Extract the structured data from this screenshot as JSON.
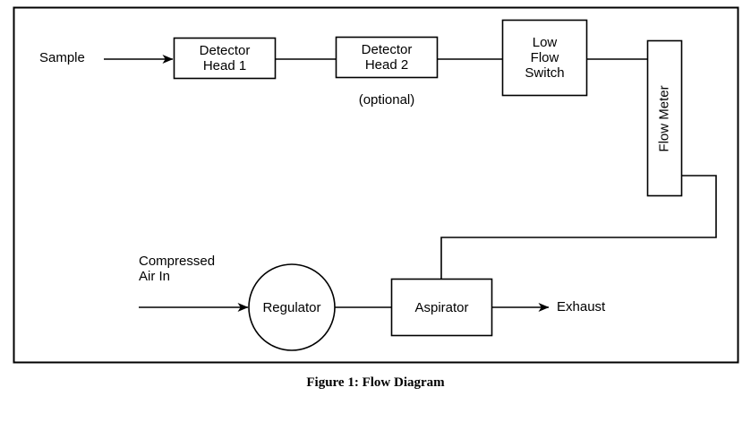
{
  "figure": {
    "caption": "Figure 1: Flow Diagram",
    "frame_color": "#000000",
    "line_color": "#000000",
    "background": "#ffffff"
  },
  "sample_path": {
    "input_label": "Sample",
    "nodes": [
      {
        "id": "detector-head-1",
        "label_line1": "Detector",
        "label_line2": "Head 1",
        "shape": "rect"
      },
      {
        "id": "detector-head-2",
        "label_line1": "Detector",
        "label_line2": "Head 2",
        "shape": "rect",
        "note": "(optional)"
      },
      {
        "id": "low-flow-switch",
        "label_line1": "Low",
        "label_line2": "Flow",
        "label_line3": "Switch",
        "shape": "rect"
      },
      {
        "id": "flow-meter",
        "label": "Flow Meter",
        "shape": "rect-vertical",
        "text_rotation": -90
      }
    ]
  },
  "air_path": {
    "input_label_line1": "Compressed",
    "input_label_line2": "Air In",
    "nodes": [
      {
        "id": "regulator",
        "label": "Regulator",
        "shape": "circle"
      },
      {
        "id": "aspirator",
        "label": "Aspirator",
        "shape": "rect"
      }
    ],
    "output_label": "Exhaust"
  }
}
